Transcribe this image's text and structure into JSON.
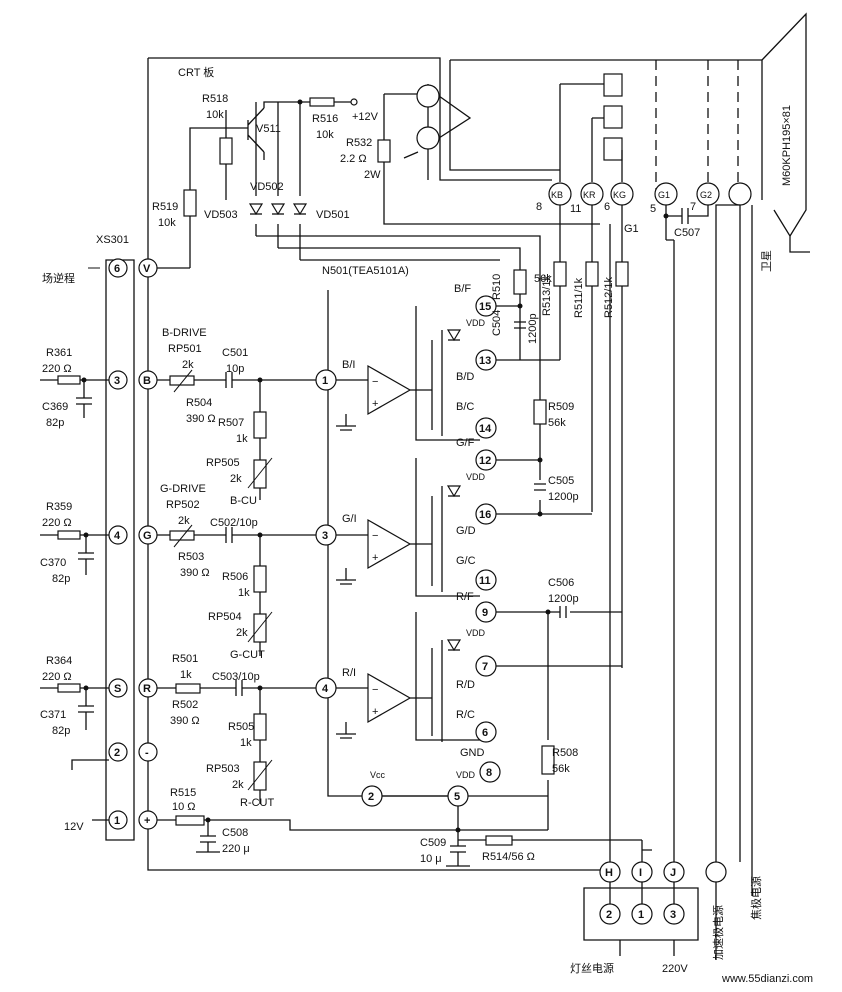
{
  "labels": {
    "crt_board": "CRT 板",
    "r518": "R518",
    "r518v": "10k",
    "v511": "V511",
    "r516": "R516",
    "r516v": "10k",
    "plus12v": "+12V",
    "r532": "R532",
    "r532v": "2.2 Ω",
    "r532w": "2W",
    "r519": "R519",
    "r519v": "10k",
    "vd502": "VD502",
    "vd503": "VD503",
    "vd501": "VD501",
    "xs301": "XS301",
    "field_flyback": "场逆程",
    "n501": "N501(TEA5101A)",
    "r510": "R510",
    "r510v": "56k",
    "r513": "R513/1k",
    "r511": "R511/1k",
    "r512": "R512/1k",
    "c504": "C504",
    "c504v": "1200p",
    "r509": "R509",
    "r509v": "56k",
    "c505": "C505",
    "c505v": "1200p",
    "c506": "C506",
    "c506v": "1200p",
    "r508": "R508",
    "r508v": "56k",
    "r361": "R361",
    "r361v": "220 Ω",
    "c369": "C369",
    "c369v": "82p",
    "r359": "R359",
    "r359v": "220 Ω",
    "c370": "C370",
    "c370v": "82p",
    "r364": "R364",
    "r364v": "220 Ω",
    "c371": "C371",
    "c371v": "82p",
    "b_drive": "B-DRIVE",
    "rp501": "RP501",
    "rp501v": "2k",
    "c501": "C501",
    "c501v": "10p",
    "r504": "R504",
    "r504v": "390 Ω",
    "r507": "R507",
    "r507v": "1k",
    "rp505": "RP505",
    "rp505v": "2k",
    "b_cut": "B-CU",
    "g_drive": "G-DRIVE",
    "rp502": "RP502",
    "rp502v": "2k",
    "c502": "C502/10p",
    "r503": "R503",
    "r503v": "390 Ω",
    "r506": "R506",
    "r506v": "1k",
    "rp504": "RP504",
    "rp504v": "2k",
    "g_cut": "G-CUT",
    "r501": "R501",
    "r501v": "1k",
    "c503": "C503/10p",
    "r502": "R502",
    "r502v": "390 Ω",
    "r505": "R505",
    "r505v": "1k",
    "rp503": "RP503",
    "rp503v": "2k",
    "r_cut": "R-CUT",
    "r515": "R515",
    "r515v": "10 Ω",
    "c508": "C508",
    "c508v": "220 μ",
    "v12": "12V",
    "c509": "C509",
    "c509v": "10 μ",
    "r514": "R514/56 Ω",
    "c507": "C507",
    "g1_net": "G1",
    "crt_tube": "M60KPH195×81",
    "ground_wire": "卫星",
    "heater_supply": "灯丝电源",
    "ac220": "220V",
    "accel_supply": "加速极电源",
    "focus_supply": "焦极电源",
    "watermark": "www.55dianzi.com",
    "bi": "B/I",
    "gi": "G/I",
    "ri": "R/I",
    "bf": "B/F",
    "bd": "B/D",
    "bc": "B/C",
    "gf": "G/F",
    "gd": "G/D",
    "gc": "G/C",
    "rf": "R/F",
    "rd": "R/D",
    "rc": "R/C",
    "gnd": "GND",
    "vcc": "Vcc",
    "vdd": "VDD"
  },
  "pins": {
    "xs_6": "6",
    "xs_3": "3",
    "xs_4": "4",
    "xs_s": "S",
    "xs_2": "2",
    "xs_1": "1",
    "b_v": "V",
    "b_b": "B",
    "b_g": "G",
    "b_r": "R",
    "b_minus": "-",
    "b_plus": "+",
    "ic_1": "1",
    "ic_3": "3",
    "ic_4": "4",
    "ic_2": "2",
    "ic_5": "5",
    "ic_15": "15",
    "ic_13": "13",
    "ic_14": "14",
    "ic_12": "12",
    "ic_16": "16",
    "ic_11": "11",
    "ic_9": "9",
    "ic_7": "7",
    "ic_6": "6",
    "ic_8": "8",
    "kb": "KB",
    "kr": "KR",
    "kg": "KG",
    "g1": "G1",
    "g2": "G2",
    "n8": "8",
    "n11": "11",
    "n6": "6",
    "n5": "5",
    "n7": "7",
    "h": "H",
    "i": "I",
    "j": "J",
    "s2": "2",
    "s1": "1",
    "s3": "3"
  }
}
